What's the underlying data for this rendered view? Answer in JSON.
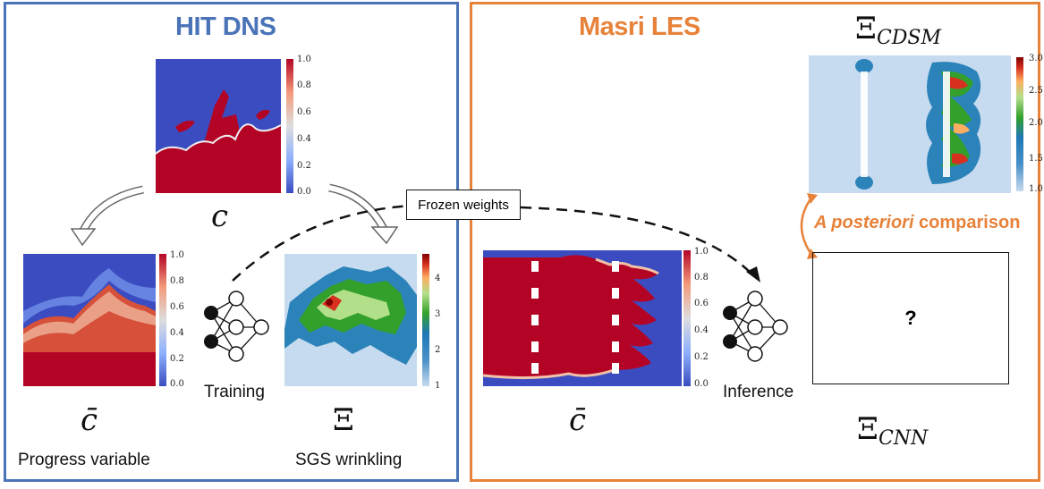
{
  "left_panel": {
    "title": "HIT DNS",
    "c_symbol": "c",
    "cbar_symbol": "c̄",
    "xi_symbol": "Ξ",
    "progress_label": "Progress variable",
    "sgs_label": "SGS wrinkling",
    "training_label": "Training",
    "colorbar_c_ticks": [
      "1.0",
      "0.8",
      "0.6",
      "0.4",
      "0.2",
      "0.0"
    ],
    "colorbar_cbar_ticks": [
      "1.0",
      "0.8",
      "0.6",
      "0.4",
      "0.2",
      "0.0"
    ],
    "colorbar_xi_ticks": [
      "4",
      "3",
      "2",
      "1"
    ]
  },
  "right_panel": {
    "title": "Masri LES",
    "cdsm_symbol": "Ξ",
    "cdsm_sub": "CDSM",
    "cnn_symbol": "Ξ",
    "cnn_sub": "CNN",
    "cbar_symbol": "c̄",
    "inference_label": "Inference",
    "comparison_italic": "A posteriori",
    "comparison_rest": " comparison",
    "question": "?",
    "colorbar_cbar_ticks": [
      "1.0",
      "0.8",
      "0.6",
      "0.4",
      "0.2",
      "0.0"
    ],
    "colorbar_cdsm_ticks": [
      "3.0",
      "2.5",
      "2.0",
      "1.5",
      "1.0"
    ]
  },
  "frozen_weights": "Frozen weights",
  "colors": {
    "blue_accent": "#4a73b8",
    "orange_accent": "#e7823a"
  }
}
